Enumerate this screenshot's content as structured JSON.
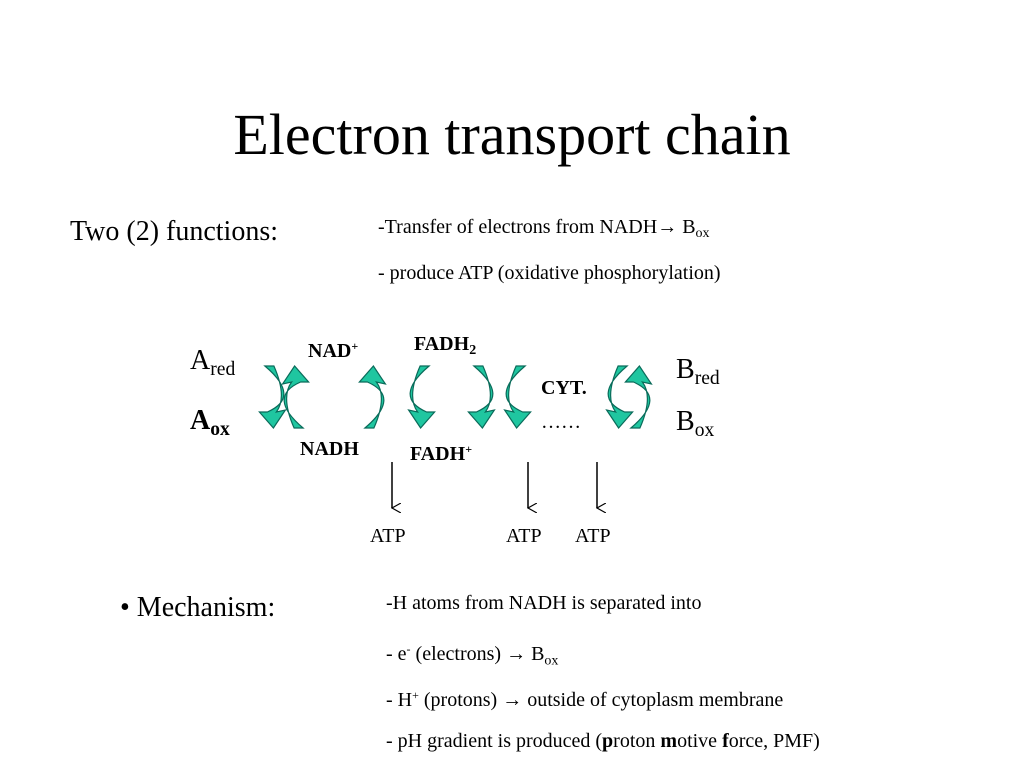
{
  "title": "Electron transport chain",
  "functions": {
    "heading": "Two (2) functions:",
    "line1_prefix": "-Transfer of electrons from NADH",
    "line1_arrow": "→",
    "line1_b": "B",
    "line1_sub": "ox",
    "line2": "- produce ATP (oxidative phosphorylation)"
  },
  "diagram": {
    "a_red": {
      "main": "A",
      "sub": "red"
    },
    "a_ox": {
      "main": "A",
      "sub": "ox"
    },
    "b_red": {
      "main": "B",
      "sub": "red"
    },
    "b_ox": {
      "main": "B",
      "sub": "ox"
    },
    "nad_plus": {
      "main": "NAD",
      "sup": "+"
    },
    "nadh": "NADH",
    "fadh2": {
      "main": "FADH",
      "sub": "2"
    },
    "fadh_plus": {
      "main": "FADH",
      "sup": "+"
    },
    "cyt": "CYT.",
    "dots": "……",
    "atp": [
      "ATP",
      "ATP",
      "ATP"
    ],
    "arrow_fill": "#1fc6a0",
    "arrow_edge": "#0a6b5a"
  },
  "mechanism": {
    "heading": "• Mechanism:",
    "line1": "-H atoms from NADH is separated into",
    "line2_prefix": "- e",
    "line2_sup": "-",
    "line2_mid": " (electrons) ",
    "line2_arrow": "→",
    "line2_b": " B",
    "line2_sub": "ox",
    "line3_prefix": "- H",
    "line3_sup": "+",
    "line3_mid": " (protons) ",
    "line3_arrow": "→",
    "line3_rest": " outside of cytoplasm membrane",
    "line4_prefix": "- pH gradient is produced (",
    "line4_p": "p",
    "line4_roton": "roton ",
    "line4_m": "m",
    "line4_otive": "otive ",
    "line4_f": "f",
    "line4_rest": "orce, PMF)"
  }
}
